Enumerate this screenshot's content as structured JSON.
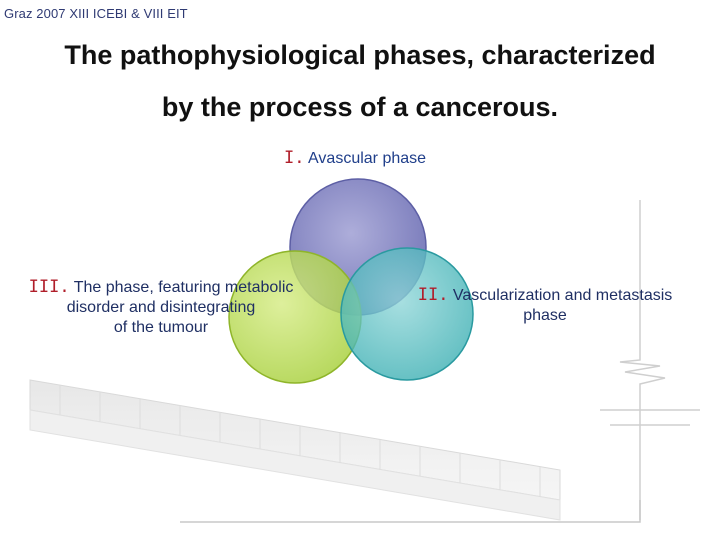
{
  "header": {
    "text": "Graz 2007 XIII ICEBI & VIII EIT"
  },
  "title": {
    "line1": "The pathophysiological phases, characterized",
    "line2": "by the process of a cancerous."
  },
  "phases": [
    {
      "roman": "I",
      "label": "Avascular phase",
      "color": "#7d7fc0"
    },
    {
      "roman": "II",
      "label_line1": "Vascularization and metastasis",
      "label_line2": "phase",
      "color": "#3ab3b7"
    },
    {
      "roman": "III",
      "label_line1": "The phase, featuring metabolic",
      "label_line2": "disorder and disintegrating",
      "label_line3": "of the tumour",
      "color": "#b6d94a"
    }
  ],
  "colors": {
    "title": "#111111",
    "header": "#2f3a73",
    "roman": "#b01e2a",
    "label": "#1f2f63"
  }
}
